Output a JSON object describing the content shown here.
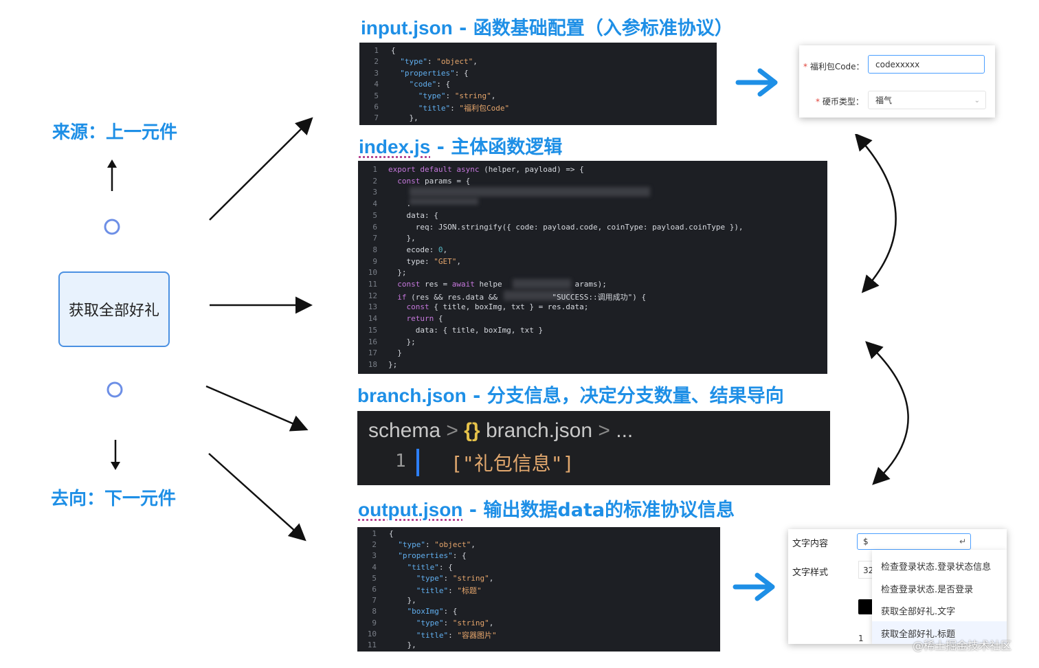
{
  "left": {
    "source_label": "来源：上一元件",
    "node_label": "获取全部好礼",
    "target_label": "去向：下一元件"
  },
  "headings": {
    "input": {
      "file": "input.json",
      "sep": " - ",
      "desc": "函数基础配置（入参标准协议）"
    },
    "index": {
      "file": "index.js",
      "sep": " - ",
      "desc": "主体函数逻辑"
    },
    "branch": {
      "file": "branch.json",
      "sep": " - ",
      "desc": "分支信息，决定分支数量、结果导向"
    },
    "output": {
      "file": "output.json",
      "sep": " - ",
      "desc": "输出数据data的标准协议信息"
    }
  },
  "input_code": [
    {
      "n": "1",
      "t": "{"
    },
    {
      "n": "2",
      "t": "  \"type\": \"object\","
    },
    {
      "n": "3",
      "t": "  \"properties\": {"
    },
    {
      "n": "4",
      "t": "    \"code\": {"
    },
    {
      "n": "5",
      "t": "      \"type\": \"string\","
    },
    {
      "n": "6",
      "t": "      \"title\": \"福利包Code\""
    },
    {
      "n": "7",
      "t": "    },"
    }
  ],
  "index_code": [
    {
      "n": "1",
      "t": "export default async (helper, payload) => {"
    },
    {
      "n": "2",
      "t": "  const params = {"
    },
    {
      "n": "3",
      "t": ""
    },
    {
      "n": "4",
      "t": "    ."
    },
    {
      "n": "5",
      "t": "    data: {"
    },
    {
      "n": "6",
      "t": "      req: JSON.stringify({ code: payload.code, coinType: payload.coinType }),"
    },
    {
      "n": "7",
      "t": "    },"
    },
    {
      "n": "8",
      "t": "    ecode: 0,"
    },
    {
      "n": "9",
      "t": "    type: \"GET\","
    },
    {
      "n": "10",
      "t": "  };"
    },
    {
      "n": "11",
      "t": "  const res = await helpe                arams);"
    },
    {
      "n": "12",
      "t": "  if (res && res.data &&            \"SUCCESS::调用成功\") {"
    },
    {
      "n": "13",
      "t": "    const { title, boxImg, txt } = res.data;"
    },
    {
      "n": "14",
      "t": "    return {"
    },
    {
      "n": "15",
      "t": "      data: { title, boxImg, txt }"
    },
    {
      "n": "16",
      "t": "    };"
    },
    {
      "n": "17",
      "t": "  }"
    },
    {
      "n": "18",
      "t": "};"
    }
  ],
  "branch_code": {
    "breadcrumb_schema": "schema",
    "breadcrumb_braces": "{}",
    "breadcrumb_file": "branch.json",
    "breadcrumb_more": "...",
    "line_no": "1",
    "line_text": "[\"礼包信息\"]"
  },
  "output_code": [
    {
      "n": "1",
      "t": "{"
    },
    {
      "n": "2",
      "t": "  \"type\": \"object\","
    },
    {
      "n": "3",
      "t": "  \"properties\": {"
    },
    {
      "n": "4",
      "t": "    \"title\": {"
    },
    {
      "n": "5",
      "t": "      \"type\": \"string\","
    },
    {
      "n": "6",
      "t": "      \"title\": \"标题\""
    },
    {
      "n": "7",
      "t": "    },"
    },
    {
      "n": "8",
      "t": "    \"boxImg\": {"
    },
    {
      "n": "9",
      "t": "      \"type\": \"string\","
    },
    {
      "n": "10",
      "t": "      \"title\": \"容器图片\""
    },
    {
      "n": "11",
      "t": "    },"
    }
  ],
  "input_form": {
    "code_label": "福利包Code：",
    "code_value": "codexxxxx",
    "coin_label": "硬币类型：",
    "coin_value": "福气"
  },
  "output_form": {
    "text_content_label": "文字内容",
    "text_content_value": "$",
    "text_style_label": "文字样式",
    "style_value": "32",
    "bottom_value": "1",
    "menu": [
      "检查登录状态.登录状态信息",
      "检查登录状态.是否登录",
      "获取全部好礼.文字",
      "获取全部好礼.标题"
    ]
  },
  "watermark": "@稀土掘金技术社区",
  "colors": {
    "accent": "#1e8fe6",
    "code_bg": "#1d1f24",
    "node_border": "#4a90e2",
    "node_fill": "#e8f2fd"
  }
}
